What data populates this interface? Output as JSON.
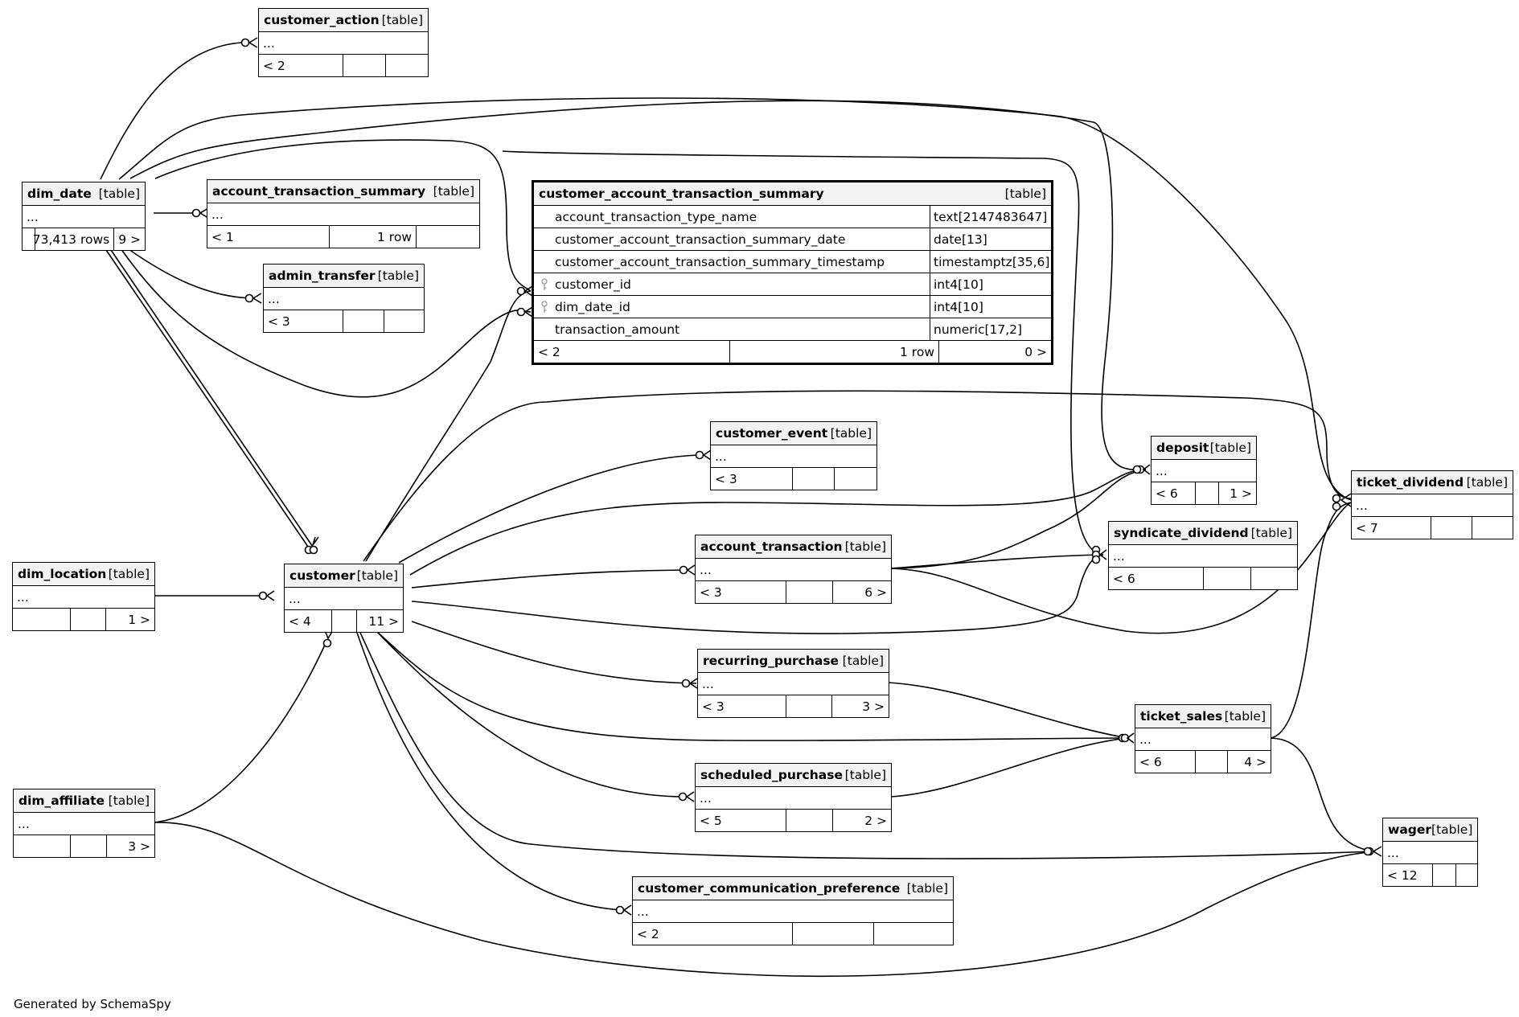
{
  "footer": "Generated by SchemaSpy",
  "tables": {
    "customer_action": {
      "name": "customer_action",
      "kind": "[table]",
      "ellipsis": "...",
      "foot": [
        "< 2",
        "",
        ""
      ]
    },
    "dim_date": {
      "name": "dim_date",
      "kind": "[table]",
      "ellipsis": "...",
      "foot": [
        "",
        "73,413 rows",
        "9 >"
      ]
    },
    "account_transaction_summary": {
      "name": "account_transaction_summary",
      "kind": "[table]",
      "ellipsis": "...",
      "foot": [
        "< 1",
        "1 row",
        ""
      ]
    },
    "admin_transfer": {
      "name": "admin_transfer",
      "kind": "[table]",
      "ellipsis": "...",
      "foot": [
        "< 3",
        "",
        ""
      ]
    },
    "customer_account_transaction_summary": {
      "name": "customer_account_transaction_summary",
      "kind": "[table]",
      "columns": [
        {
          "name": "account_transaction_type_name",
          "type": "text[2147483647]",
          "key": false
        },
        {
          "name": "customer_account_transaction_summary_date",
          "type": "date[13]",
          "key": false
        },
        {
          "name": "customer_account_transaction_summary_timestamp",
          "type": "timestamptz[35,6]",
          "key": false
        },
        {
          "name": "customer_id",
          "type": "int4[10]",
          "key": true
        },
        {
          "name": "dim_date_id",
          "type": "int4[10]",
          "key": true
        },
        {
          "name": "transaction_amount",
          "type": "numeric[17,2]",
          "key": false
        }
      ],
      "foot": [
        "< 2",
        "1 row",
        "0 >"
      ]
    },
    "customer_event": {
      "name": "customer_event",
      "kind": "[table]",
      "ellipsis": "...",
      "foot": [
        "< 3",
        "",
        ""
      ]
    },
    "deposit": {
      "name": "deposit",
      "kind": "[table]",
      "ellipsis": "...",
      "foot": [
        "< 6",
        "",
        "1 >"
      ]
    },
    "ticket_dividend": {
      "name": "ticket_dividend",
      "kind": "[table]",
      "ellipsis": "...",
      "foot": [
        "< 7",
        "",
        ""
      ]
    },
    "syndicate_dividend": {
      "name": "syndicate_dividend",
      "kind": "[table]",
      "ellipsis": "...",
      "foot": [
        "< 6",
        "",
        ""
      ]
    },
    "dim_location": {
      "name": "dim_location",
      "kind": "[table]",
      "ellipsis": "...",
      "foot": [
        "",
        "",
        "1 >"
      ]
    },
    "customer": {
      "name": "customer",
      "kind": "[table]",
      "ellipsis": "...",
      "foot": [
        "< 4",
        "",
        "11 >"
      ]
    },
    "account_transaction": {
      "name": "account_transaction",
      "kind": "[table]",
      "ellipsis": "...",
      "foot": [
        "< 3",
        "",
        "6 >"
      ]
    },
    "recurring_purchase": {
      "name": "recurring_purchase",
      "kind": "[table]",
      "ellipsis": "...",
      "foot": [
        "< 3",
        "",
        "3 >"
      ]
    },
    "ticket_sales": {
      "name": "ticket_sales",
      "kind": "[table]",
      "ellipsis": "...",
      "foot": [
        "< 6",
        "",
        "4 >"
      ]
    },
    "scheduled_purchase": {
      "name": "scheduled_purchase",
      "kind": "[table]",
      "ellipsis": "...",
      "foot": [
        "< 5",
        "",
        "2 >"
      ]
    },
    "wager": {
      "name": "wager",
      "kind": "[table]",
      "ellipsis": "...",
      "foot": [
        "< 12",
        "",
        ""
      ]
    },
    "dim_affiliate": {
      "name": "dim_affiliate",
      "kind": "[table]",
      "ellipsis": "...",
      "foot": [
        "",
        "",
        "3 >"
      ]
    },
    "customer_communication_preference": {
      "name": "customer_communication_preference",
      "kind": "[table]",
      "ellipsis": "...",
      "foot": [
        "< 2",
        "",
        ""
      ]
    }
  }
}
